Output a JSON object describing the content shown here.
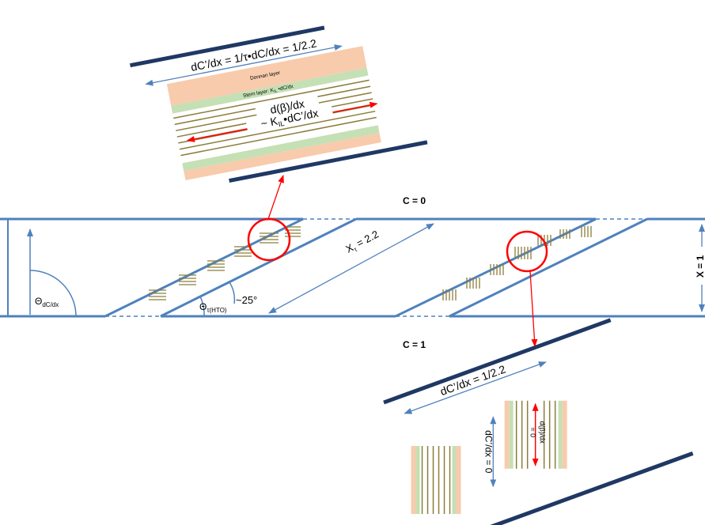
{
  "labels": {
    "top_boundary": "C = 0",
    "bottom_boundary": "C = 1",
    "height": "X = 1",
    "tortuous_length_main": "X",
    "tortuous_length_sub": "τ",
    "tortuous_length_value": " = 2.2",
    "pore_angle": "~25°",
    "theta_symbol": "Θ",
    "theta_dcdx_sub": "dC/dx",
    "theta_tau_sub": "τ(HTO)"
  },
  "top_inset": {
    "gradient_label": "dC’/dx = 1/τ•dC/dx = 1/2.2",
    "donnan_label": "Donnan layer",
    "stern_label_main": "Stern layer: K",
    "stern_label_sub": "IL",
    "stern_label_rest": " •dC/dx",
    "beta_gradient_label": "d(β)/dx",
    "kil_prefix": "~ K",
    "kil_sub": "IL",
    "kil_rest": "•dC’/dx"
  },
  "bottom_inset": {
    "gradient_label": "dC’/dx = 1/2.2",
    "zero_gradient_label": "dC’/dx = 0",
    "beta_label": "d(β)/dx",
    "beta_zero": "= 0"
  },
  "colors": {
    "channel_blue": "#4f81bd",
    "dark_navy": "#1f3864",
    "highlight_red": "#ff0000",
    "donnan_peach": "#f8cbad",
    "stern_green": "#c5e0b4",
    "clay_olive": "#8b7d3a"
  }
}
